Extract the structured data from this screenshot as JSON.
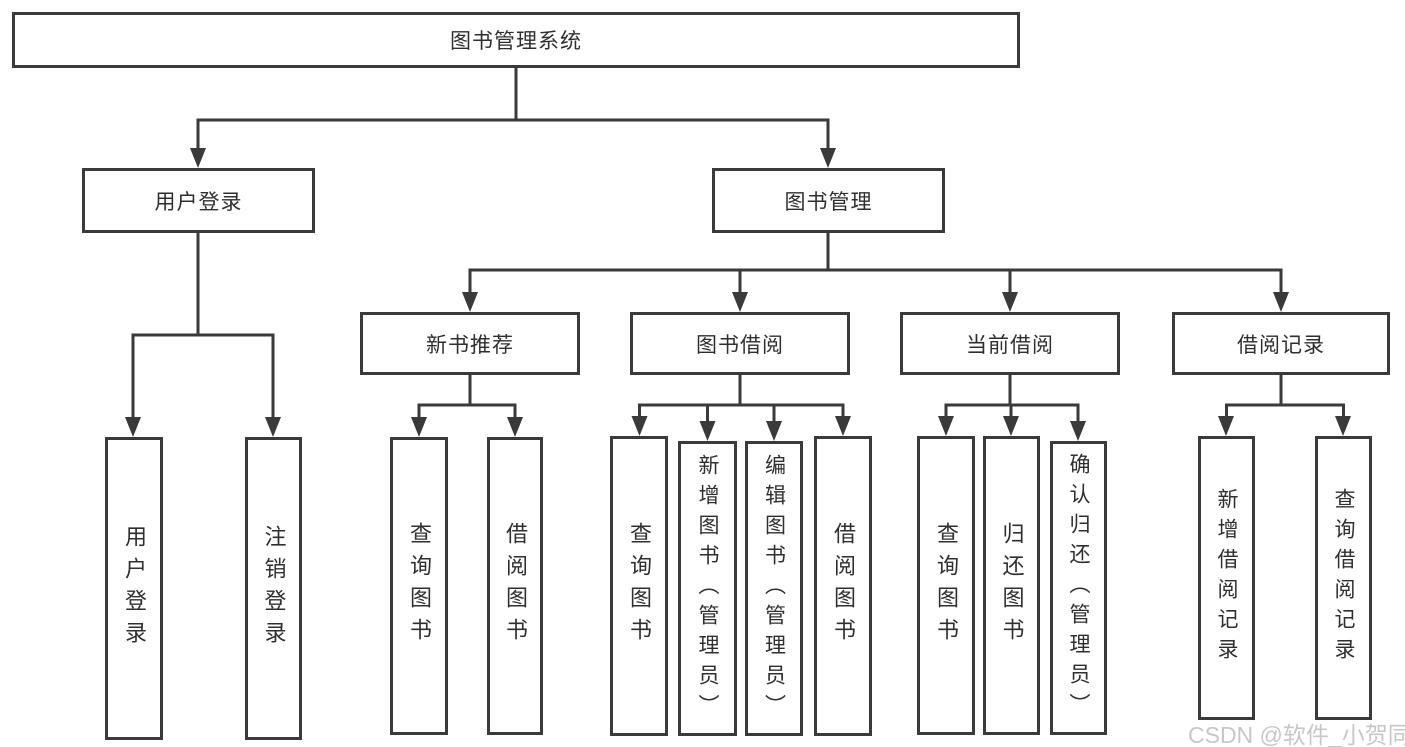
{
  "diagram": {
    "title": "图书管理系统",
    "nodes": {
      "root": "图书管理系统",
      "level2": [
        "用户登录",
        "图书管理"
      ],
      "level3": [
        "新书推荐",
        "图书借阅",
        "当前借阅",
        "借阅记录"
      ],
      "leaves_user_login": [
        "用户登录",
        "注销登录"
      ],
      "leaves_new_book": [
        "查询图书",
        "借阅图书"
      ],
      "leaves_book_borrow": [
        "查询图书",
        "新增图书（管理员）",
        "编辑图书（管理员）",
        "借阅图书"
      ],
      "leaves_current_borrow": [
        "查询图书",
        "归还图书",
        "确认归还（管理员）"
      ],
      "leaves_borrow_records": [
        "新增借阅记录",
        "查询借阅记录"
      ]
    }
  },
  "watermark": "CSDN @软件_小贺同学",
  "colors": {
    "line": "#3a3a3a",
    "box_border": "#3a3a3a",
    "text": "#2f2f2f",
    "background": "#ffffff",
    "watermark": "#c7c7c7"
  }
}
